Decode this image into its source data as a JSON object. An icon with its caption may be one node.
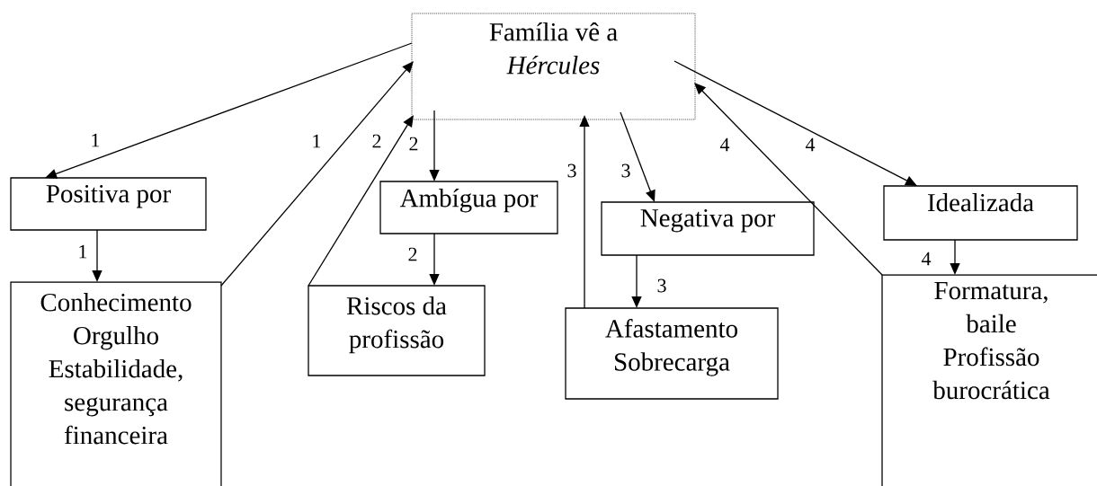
{
  "diagram": {
    "nodes": [
      {
        "text": [
          "Família vê a *Hércules*"
        ]
      },
      {
        "text": [
          "Positiva por"
        ]
      },
      {
        "text": [
          "Conhecimento Orgulho Estabilidade, segurança financeira"
        ]
      },
      {
        "text": [
          "Ambígua por"
        ]
      },
      {
        "text": [
          "Riscos da profissão"
        ]
      },
      {
        "text": [
          "Negativa por"
        ]
      },
      {
        "text": [
          "Afastamento Sobrecarga"
        ]
      },
      {
        "text": [
          "Idealizada"
        ]
      },
      {
        "text": [
          "Formatura, baile Profissão burocrática"
        ]
      }
    ],
    "edges": [
      {
        "from": 0,
        "to": 1,
        "arrow": "to",
        "label": "1"
      },
      {
        "from": 1,
        "to": 2,
        "arrow": "to",
        "label": "1"
      },
      {
        "from": 2,
        "to": 0,
        "arrow": "to",
        "label": "1"
      },
      {
        "from": 4,
        "to": 0,
        "arrow": "to",
        "label": "2"
      },
      {
        "from": 0,
        "to": 3,
        "arrow": "to",
        "label": "2"
      },
      {
        "from": 3,
        "to": 4,
        "arrow": "to",
        "label": "2"
      },
      {
        "from": 6,
        "to": 0,
        "arrow": "to",
        "label": "3"
      },
      {
        "from": 0,
        "to": 5,
        "arrow": "to",
        "label": "3"
      },
      {
        "from": 5,
        "to": 6,
        "arrow": "to",
        "label": "3"
      },
      {
        "from": 8,
        "to": 0,
        "arrow": "to",
        "label": "4"
      },
      {
        "from": 0,
        "to": 7,
        "arrow": "to",
        "label": "4"
      },
      {
        "from": 7,
        "to": 8,
        "arrow": "to",
        "label": "4"
      }
    ]
  }
}
